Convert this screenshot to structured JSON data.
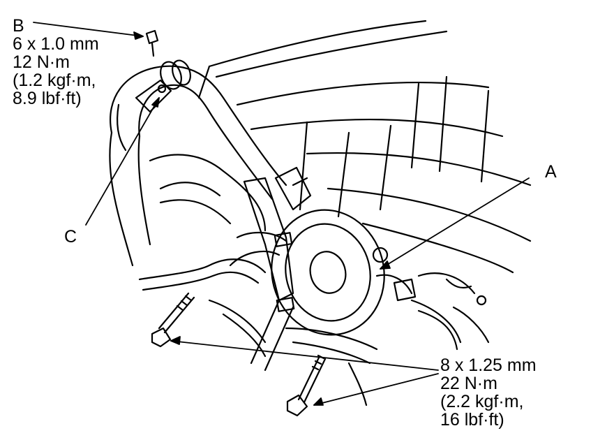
{
  "callouts": {
    "a": "A",
    "b": "B",
    "c": "C"
  },
  "spec_b": {
    "size": "6 x 1.0 mm",
    "torque_nm": "12 N·m",
    "torque_kgf": "(1.2 kgf·m,",
    "torque_lbf": "8.9 lbf·ft)"
  },
  "spec_bolts": {
    "size": "8 x 1.25 mm",
    "torque_nm": "22 N·m",
    "torque_kgf": "(2.2 kgf·m,",
    "torque_lbf": "16 lbf·ft)"
  }
}
